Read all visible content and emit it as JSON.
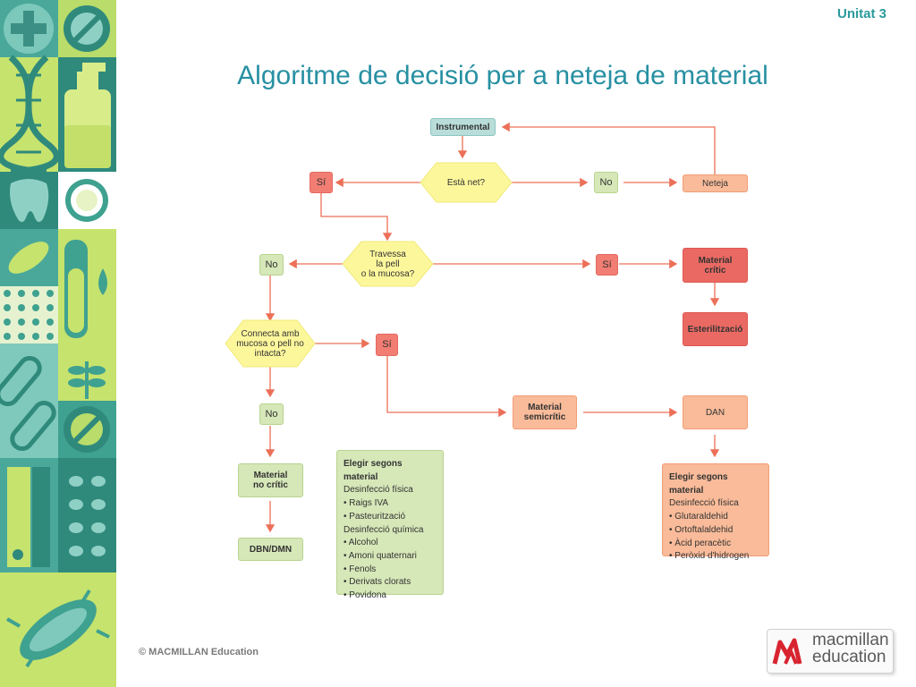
{
  "header": {
    "unit": "Unitat 3"
  },
  "title": "Algoritme de decisió per a neteja de material",
  "footer": {
    "copyright": "© MACMILLAN Education"
  },
  "logo": {
    "line1": "macmillan",
    "line2": "education"
  },
  "colors": {
    "title": "#2790a2",
    "teal": "#b9ddd9",
    "salmon": "#f9bb99",
    "red": "#ea6a63",
    "green": "#d6e7b8",
    "diamond": "#fdf79c",
    "arrow": "#ec7058"
  },
  "diagram": {
    "instrumental": "Instrumental",
    "esta_net": "Està net?",
    "si_1": "Sí",
    "no_1": "No",
    "neteja": "Neteja",
    "travessa": [
      "Travessa",
      "la pell",
      "o la mucosa?"
    ],
    "no_2": "No",
    "si_2": "Sí",
    "material_critic": [
      "Material",
      "crític"
    ],
    "esterilitzacio": "Esterilització",
    "connecta": [
      "Connecta amb",
      "mucosa o pell no",
      "intacta?"
    ],
    "si_3": "Sí",
    "no_3": "No",
    "material_semicritic": [
      "Material",
      "semicrític"
    ],
    "dan": "DAN",
    "material_no_critic": [
      "Material",
      "no crític"
    ],
    "dbn_dmn": "DBN/DMN",
    "green_list": {
      "title": "Elegir segons material",
      "items": [
        {
          "text": "Desinfecció física",
          "bullet": false
        },
        {
          "text": "Raigs IVA",
          "bullet": true
        },
        {
          "text": "Pasteurització",
          "bullet": true
        },
        {
          "text": "Desinfecció química",
          "bullet": false
        },
        {
          "text": "Alcohol",
          "bullet": true
        },
        {
          "text": "Amoni quaternari",
          "bullet": true
        },
        {
          "text": "Fenols",
          "bullet": true
        },
        {
          "text": "Derivats clorats",
          "bullet": true
        },
        {
          "text": "Povidona",
          "bullet": true
        }
      ]
    },
    "orange_list": {
      "title": "Elegir segons material",
      "items": [
        {
          "text": "Desinfecció física",
          "bullet": false
        },
        {
          "text": "Glutaraldehid",
          "bullet": true
        },
        {
          "text": "Ortoftalaldehid",
          "bullet": true
        },
        {
          "text": "Àcid peracètic",
          "bullet": true
        },
        {
          "text": "Peròxid d'hidrogen",
          "bullet": true
        }
      ]
    }
  }
}
